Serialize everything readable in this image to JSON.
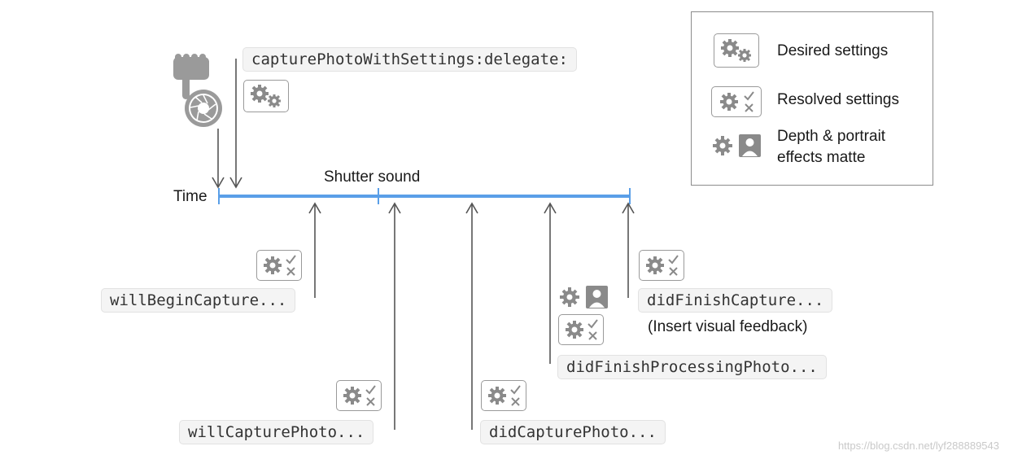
{
  "legend": {
    "desired": "Desired settings",
    "resolved": "Resolved settings",
    "depth_line1": "Depth & portrait",
    "depth_line2": "effects matte"
  },
  "timeline": {
    "time_label": "Time",
    "shutter_label": "Shutter sound",
    "line_color": "#5a9fe8"
  },
  "calls": {
    "capture": "capturePhotoWithSettings:delegate:",
    "will_begin": "willBeginCapture...",
    "will_capture": "willCapturePhoto...",
    "did_capture": "didCapturePhoto...",
    "did_finish_processing": "didFinishProcessingPhoto...",
    "did_finish_capture": "didFinishCapture..."
  },
  "notes": {
    "insert_feedback": "(Insert visual feedback)"
  },
  "watermark": "https://blog.csdn.net/lyf288889543",
  "icons": {
    "hand": "hand-press-shutter-icon",
    "desired": "gears-icon",
    "resolved": "gear-check-x-icon",
    "depth": "gear-portrait-icon"
  }
}
